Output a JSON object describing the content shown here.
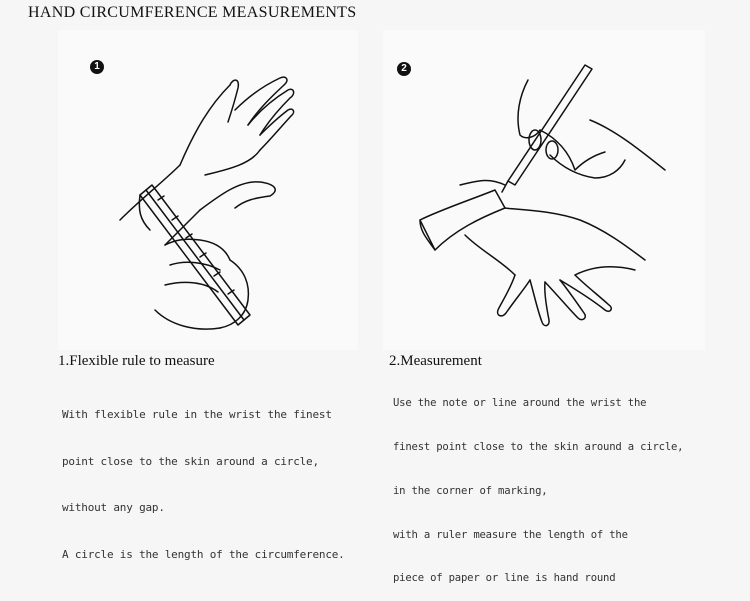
{
  "title": "HAND CIRCUMFERENCE MEASUREMENTS",
  "steps": [
    {
      "badge": "1",
      "heading": "1.Flexible rule to measure",
      "lines": [
        "With flexible rule in the wrist the finest",
        "point close to the skin around a circle,",
        "without any gap.",
        "A circle is the length of the circumference."
      ],
      "illustration": "hand-with-tape-measure-icon"
    },
    {
      "badge": "2",
      "heading": "2.Measurement",
      "lines": [
        "Use the note or line around the wrist the",
        "finest point close to the skin around a circle,",
        "in the corner of marking,",
        "with a ruler measure the length of the",
        "piece of paper or line is hand round"
      ],
      "illustration": "hand-with-paper-strip-and-pen-icon"
    }
  ],
  "colors": {
    "background": "#f6f6f6",
    "ink": "#111111",
    "body_text": "#333333"
  }
}
